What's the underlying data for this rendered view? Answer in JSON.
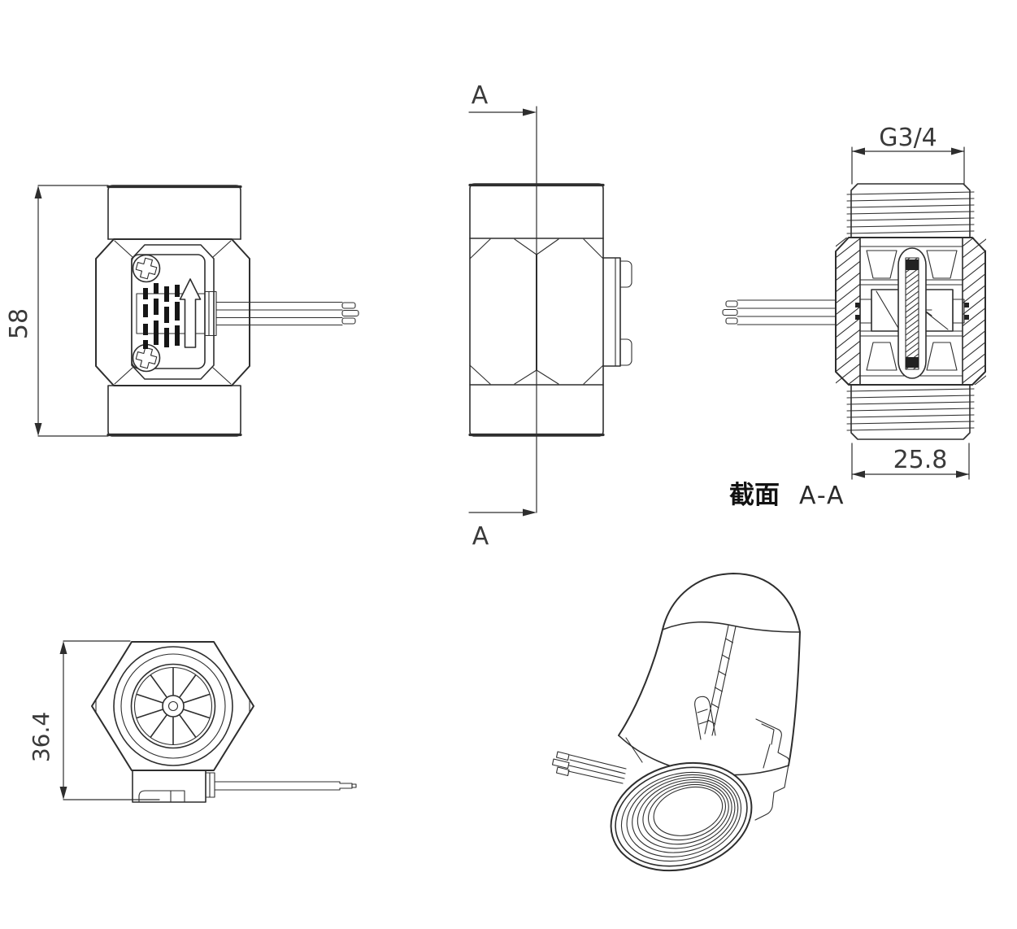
{
  "drawing": {
    "background_color": "#ffffff",
    "line_color": "#2e2e2e",
    "dimension_text_color": "#3a3a3a",
    "views": {
      "front": {
        "height_dim": "58"
      },
      "side": {
        "section_label_top": "A",
        "section_label_bottom": "A"
      },
      "section_aa": {
        "thread_spec": "G3/4",
        "width_dim": "25.8",
        "caption_cn": "截面",
        "caption_id": "A-A"
      },
      "axial": {
        "height_dim": "36.4"
      }
    }
  }
}
